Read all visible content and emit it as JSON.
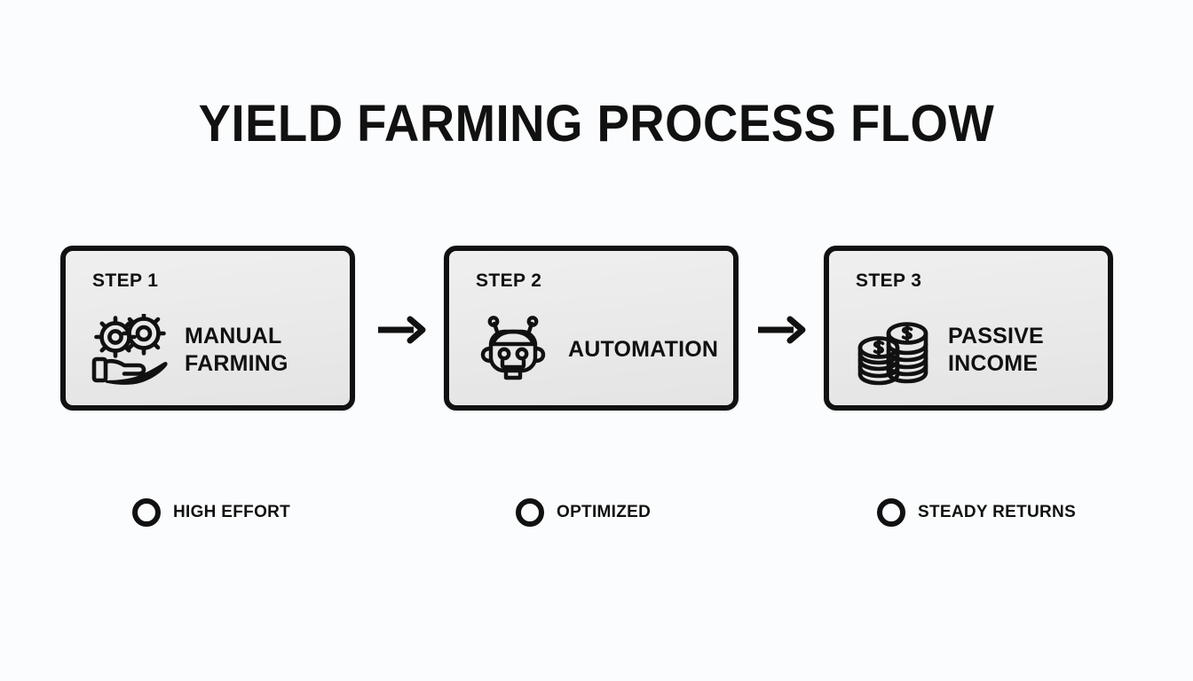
{
  "page": {
    "title": "YIELD FARMING PROCESS FLOW",
    "background_color": "#fbfcfd",
    "ink_color": "#111111",
    "card_fill_color": "#ececec"
  },
  "steps": [
    {
      "step_label": "STEP 1",
      "icon": "hand-holding-gears-icon",
      "title_line1": "MANUAL",
      "title_line2": "FARMING"
    },
    {
      "step_label": "STEP 2",
      "icon": "robot-head-icon",
      "title_line1": "AUTOMATION",
      "title_line2": ""
    },
    {
      "step_label": "STEP 3",
      "icon": "coin-stacks-icon",
      "title_line1": "PASSIVE",
      "title_line2": "INCOME"
    }
  ],
  "connectors": [
    {
      "icon": "arrow-right-icon"
    },
    {
      "icon": "arrow-right-icon"
    }
  ],
  "legend": [
    {
      "marker": "circle-outline-icon",
      "label": "HIGH EFFORT"
    },
    {
      "marker": "circle-outline-icon",
      "label": "OPTIMIZED"
    },
    {
      "marker": "circle-outline-icon",
      "label": "STEADY RETURNS"
    }
  ]
}
